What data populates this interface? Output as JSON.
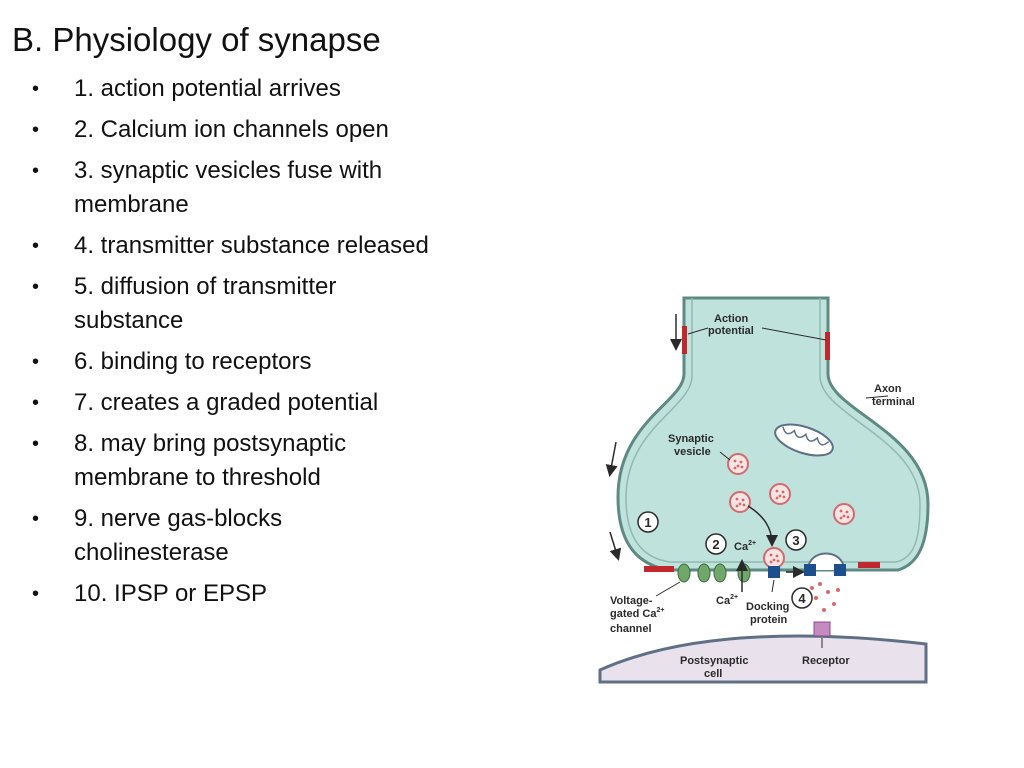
{
  "slide": {
    "title": "B.  Physiology of synapse",
    "bullet_symbol": "•",
    "bullets": [
      "1.  action potential arrives",
      "2.  Calcium ion channels open",
      "3.  synaptic vesicles fuse with membrane",
      "4.  transmitter substance released",
      "5.  diffusion of transmitter substance",
      "6.  binding to receptors",
      "7.  creates a graded potential",
      "8.  may bring postsynaptic membrane to threshold",
      "9.  nerve gas-blocks cholinesterase",
      "10.  IPSP or EPSP"
    ]
  },
  "diagram": {
    "labels": {
      "action_potential": [
        "Action",
        "potential"
      ],
      "axon_terminal": [
        "Axon",
        "terminal"
      ],
      "synaptic_vesicle": [
        "Synaptic",
        "vesicle"
      ],
      "voltage_channel": [
        "Voltage-",
        "gated Ca",
        "channel"
      ],
      "docking_protein": [
        "Docking",
        "protein"
      ],
      "postsynaptic_cell": [
        "Postsynaptic",
        "cell"
      ],
      "receptor": "Receptor",
      "ca_ion": "Ca",
      "ca_charge": "2+",
      "step1": "1",
      "step2": "2",
      "step3": "3",
      "step4": "4"
    },
    "colors": {
      "cytoplasm": "#bfe3dc",
      "membrane": "#5f8a84",
      "active_zone": "#c0282e",
      "channel": "#6fa86a",
      "docking": "#1d4f8c",
      "vesicle": "#d46a6a",
      "postsynaptic": "#e9e2ec",
      "receptor": "#c58ac0"
    }
  }
}
